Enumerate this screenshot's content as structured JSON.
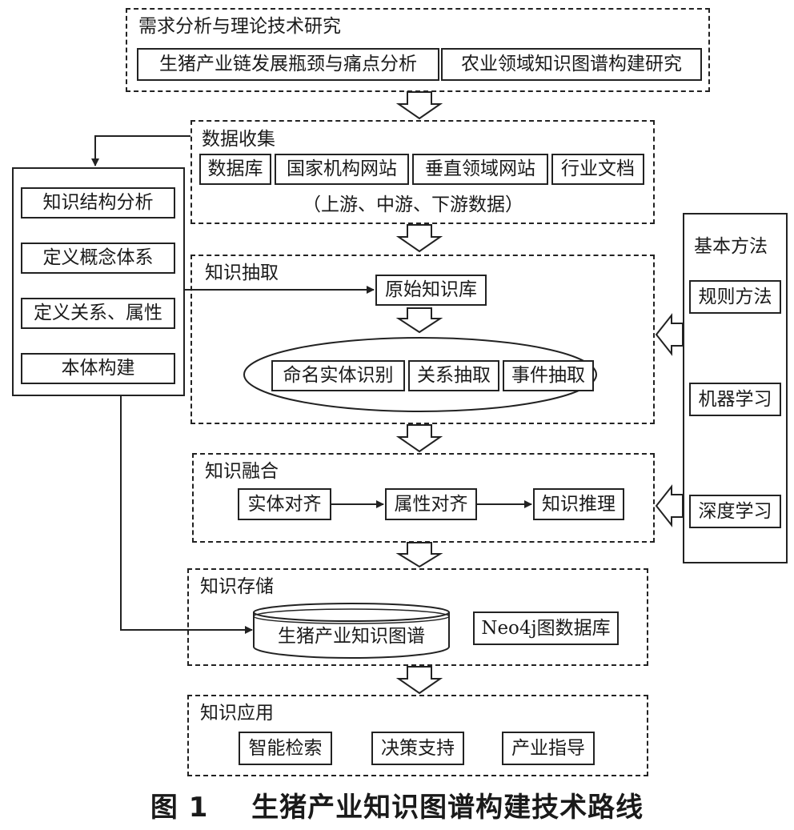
{
  "sections": {
    "requirements": {
      "title": "需求分析与理论技术研究",
      "items": [
        "生猪产业链发展瓶颈与痛点分析",
        "农业领域知识图谱构建研究"
      ]
    },
    "data_collection": {
      "title": "数据收集",
      "items": [
        "数据库",
        "国家机构网站",
        "垂直领域网站",
        "行业文档"
      ],
      "note": "（上游、中游、下游数据）"
    },
    "ontology": {
      "items": [
        "知识结构分析",
        "定义概念体系",
        "定义关系、属性",
        "本体构建"
      ]
    },
    "extraction": {
      "title": "知识抽取",
      "raw_kb": "原始知识库",
      "items": [
        "命名实体识别",
        "关系抽取",
        "事件抽取"
      ]
    },
    "methods": {
      "title": "基本方法",
      "items": [
        "规则方法",
        "机器学习",
        "深度学习"
      ]
    },
    "fusion": {
      "title": "知识融合",
      "items": [
        "实体对齐",
        "属性对齐",
        "知识推理"
      ]
    },
    "storage": {
      "title": "知识存储",
      "kg": "生猪产业知识图谱",
      "db": "Neo4j图数据库"
    },
    "application": {
      "title": "知识应用",
      "items": [
        "智能检索",
        "决策支持",
        "产业指导"
      ]
    }
  },
  "caption": {
    "figure": "图 1",
    "text": "生猪产业知识图谱构建技术路线"
  }
}
